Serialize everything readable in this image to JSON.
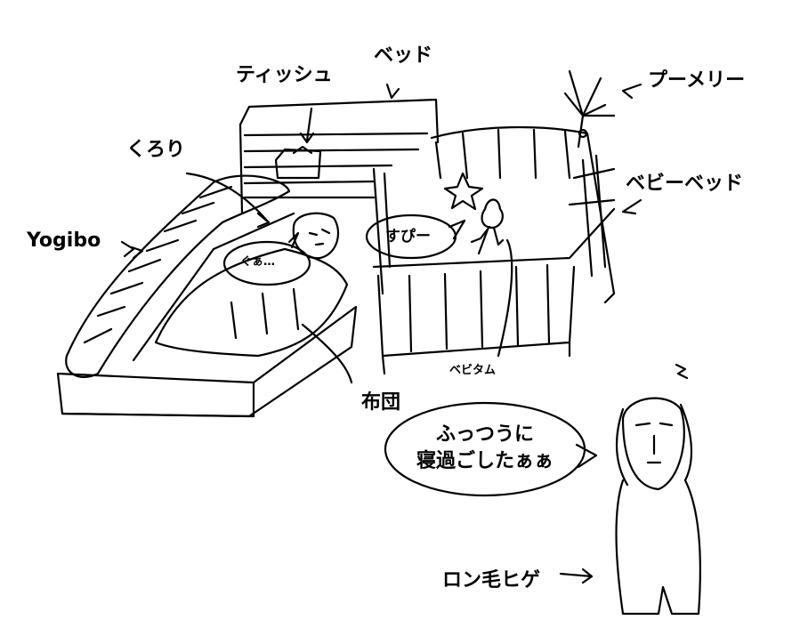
{
  "labels": {
    "bed": "ベッド",
    "tissue": "ティッシュ",
    "mobile": "プーメリー",
    "kurori": "くろり",
    "baby_bed": "ベビーベッド",
    "yogibo": "Yogibo",
    "futon": "布団",
    "bebitamu": "ベビタム",
    "long_hair_beard": "ロン毛ヒゲ"
  },
  "bubbles": {
    "kurori_snore": "ぐぁ…",
    "baby_sleep": "すぴー",
    "man_line1": "ふっつうに",
    "man_line2": "寝過ごしたぁぁ"
  },
  "colors": {
    "ink": "#000000",
    "background": "#ffffff"
  }
}
